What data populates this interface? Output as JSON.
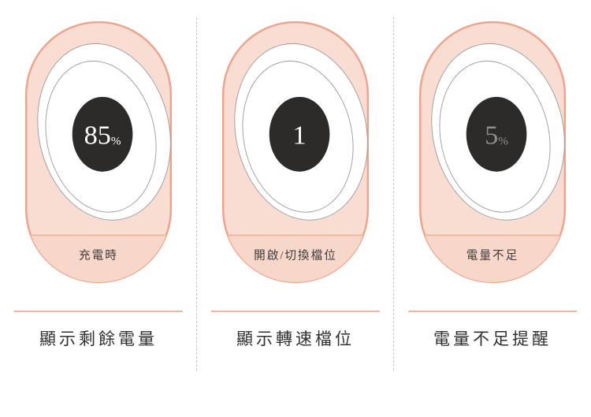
{
  "colors": {
    "pill_outline": "#efa28a",
    "pill_fill": "#f9dcd2",
    "band_fill": "#f8d7cb",
    "band_line": "#eeb09a",
    "ellipse_stroke": "#9b9b9b",
    "display_bg": "#2d2b2a",
    "caption_text": "#2f2f2f",
    "caption_line": "#f0b49e",
    "separator": "#c4c4c4"
  },
  "panels": [
    {
      "display_value": "85",
      "display_unit": "%",
      "value_color": "#ffffff",
      "label": "充電時",
      "caption": "顯示剩餘電量"
    },
    {
      "display_value": "1",
      "display_unit": "",
      "value_color": "#ffffff",
      "label": "開啟/切換檔位",
      "caption": "顯示轉速檔位"
    },
    {
      "display_value": "5",
      "display_unit": "%",
      "value_color": "#8d8d8d",
      "label": "電量不足",
      "caption": "電量不足提醒"
    }
  ]
}
